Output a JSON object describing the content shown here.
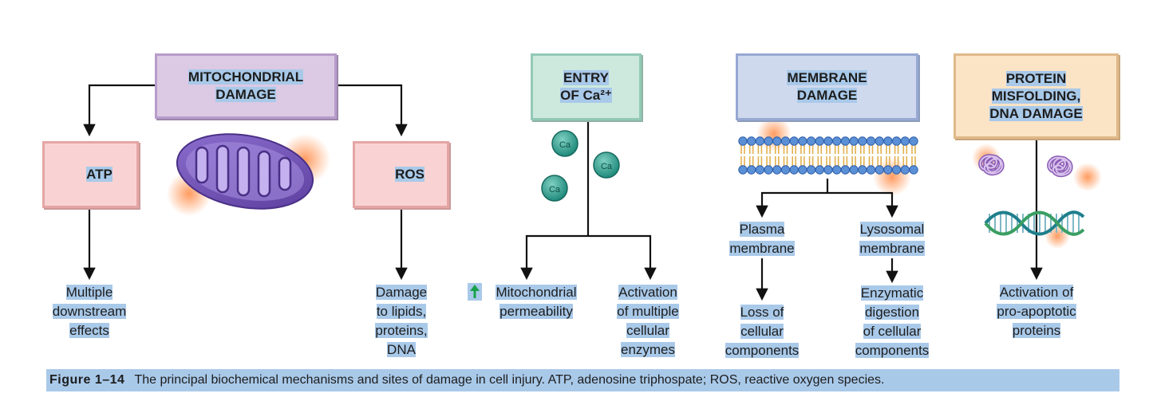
{
  "boxes": {
    "mito": [
      "MITOCHONDRIAL",
      "DAMAGE"
    ],
    "atp": "ATP",
    "ros": "ROS",
    "calcium": [
      "ENTRY",
      "OF Ca²⁺"
    ],
    "membrane": [
      "MEMBRANE",
      "DAMAGE"
    ],
    "protein": [
      "PROTEIN",
      "MISFOLDING,",
      "DNA DAMAGE"
    ]
  },
  "ion_label": "Ca",
  "labels": {
    "multiple_effects": [
      "Multiple",
      "downstream",
      "effects"
    ],
    "damage_lipids": [
      "Damage",
      "to lipids,",
      "proteins,",
      "DNA"
    ],
    "mito_permeability": [
      "Mitochondrial",
      "permeability"
    ],
    "activation_enzymes": [
      "Activation",
      "of multiple",
      "cellular",
      "enzymes"
    ],
    "plasma_membrane": [
      "Plasma",
      "membrane"
    ],
    "lysosomal_membrane": [
      "Lysosomal",
      "membrane"
    ],
    "loss_components": [
      "Loss of",
      "cellular",
      "components"
    ],
    "enzymatic_digestion": [
      "Enzymatic",
      "digestion",
      "of cellular",
      "components"
    ],
    "pro_apoptotic": [
      "Activation of",
      "pro-apoptotic",
      "proteins"
    ]
  },
  "caption": {
    "figure": "Figure 1–14",
    "text": "The principal biochemical mechanisms and sites of damage in cell injury. ATP, adenosine triphospate; ROS, reactive oxygen species."
  },
  "colors": {
    "mito_box": "#dcc9e4",
    "pink_box": "#f9d3d3",
    "calcium_box": "#cde9de",
    "membrane_box": "#cfd9ee",
    "protein_box": "#fbe3c6",
    "highlight": "#a9c9e9",
    "arrow_down_red": "#d6262a",
    "arrow_up_green": "#19a14a"
  }
}
